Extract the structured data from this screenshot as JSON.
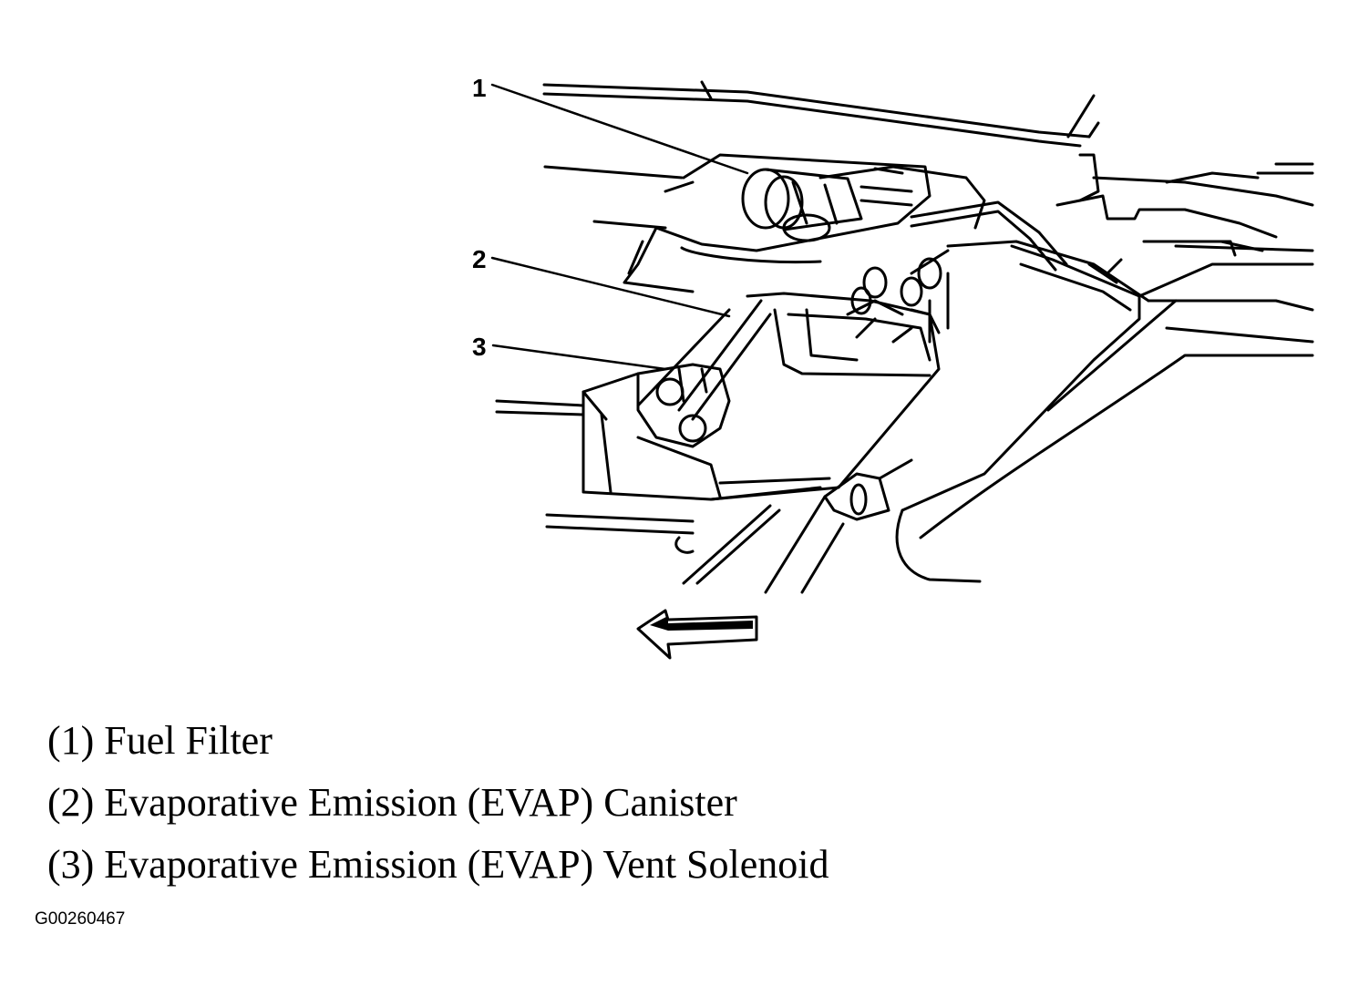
{
  "callouts": [
    {
      "number": "1",
      "target": "Fuel Filter"
    },
    {
      "number": "2",
      "target": "Evaporative Emission (EVAP) Canister"
    },
    {
      "number": "3",
      "target": "Evaporative Emission (EVAP) Vent Solenoid"
    }
  ],
  "legend": [
    {
      "label": "(1) Fuel Filter"
    },
    {
      "label": "(2) Evaporative Emission (EVAP) Canister"
    },
    {
      "label": "(3) Evaporative Emission (EVAP) Vent Solenoid"
    }
  ],
  "figure_id": "G00260467",
  "colors": {
    "line": "#000000",
    "background": "#ffffff"
  },
  "direction_arrow": {
    "icon": "front-direction-arrow-icon"
  }
}
